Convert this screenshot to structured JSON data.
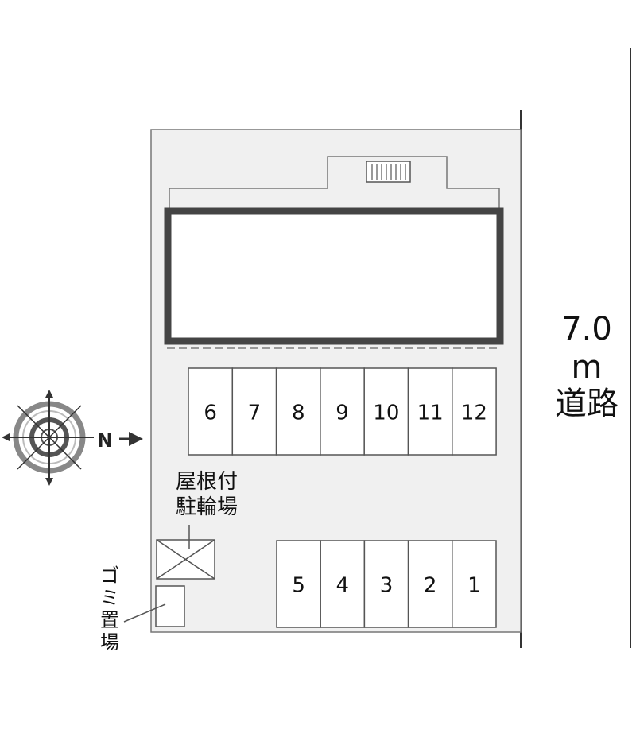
{
  "road": {
    "width": "7.0",
    "unit": "m",
    "name": "道路"
  },
  "compass": {
    "north_label": "N"
  },
  "parking": {
    "top_row": [
      "6",
      "7",
      "8",
      "9",
      "10",
      "11",
      "12"
    ],
    "bottom_row": [
      "5",
      "4",
      "3",
      "2",
      "1"
    ]
  },
  "facilities": {
    "bicycle_parking": [
      "屋根付",
      "駐輪場"
    ],
    "garbage_area": [
      "ゴ",
      "ミ",
      "置",
      "場"
    ]
  },
  "colors": {
    "lot_fill": "#f0f0f0",
    "building_border": "#444444",
    "line": "#555555"
  }
}
